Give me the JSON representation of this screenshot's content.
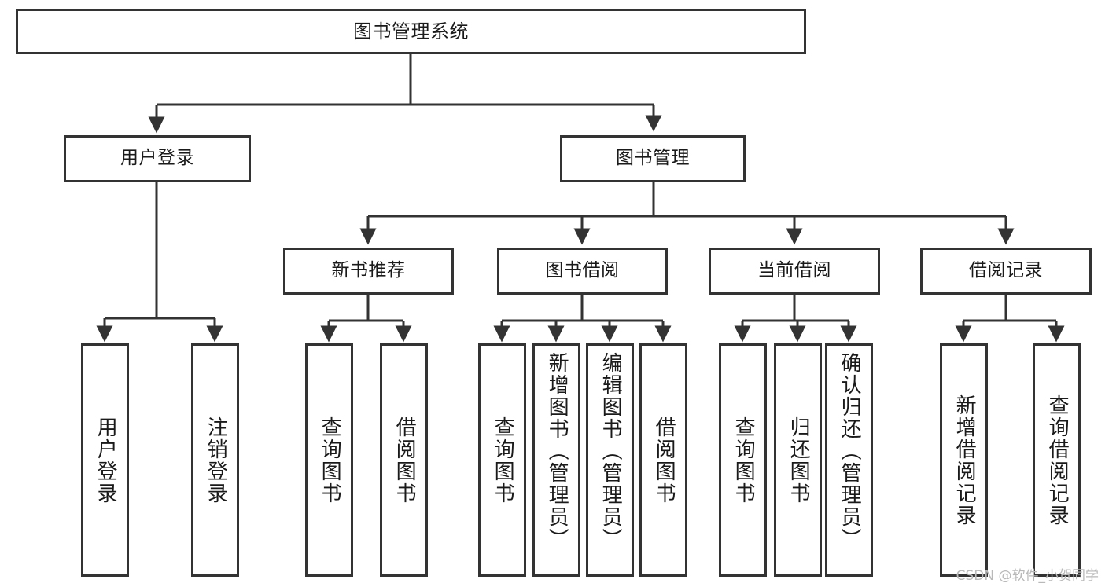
{
  "diagram": {
    "title": "图书管理系统",
    "type": "tree",
    "root": {
      "label": "图书管理系统"
    },
    "level2": [
      {
        "label": "用户登录"
      },
      {
        "label": "图书管理"
      }
    ],
    "level3": [
      {
        "label": "新书推荐"
      },
      {
        "label": "图书借阅"
      },
      {
        "label": "当前借阅"
      },
      {
        "label": "借阅记录"
      }
    ],
    "leaves": {
      "user_login": [
        {
          "label": "用户登录"
        },
        {
          "label": "注销登录"
        }
      ],
      "new_book_recommend": [
        {
          "label": "查询图书"
        },
        {
          "label": "借阅图书"
        }
      ],
      "book_borrow": [
        {
          "label": "查询图书"
        },
        {
          "label": "新增图书（管理员）"
        },
        {
          "label": "编辑图书（管理员）"
        },
        {
          "label": "借阅图书"
        }
      ],
      "current_borrow": [
        {
          "label": "查询图书"
        },
        {
          "label": "归还图书"
        },
        {
          "label": "确认归还（管理员）"
        }
      ],
      "borrow_record": [
        {
          "label": "新增借阅记录"
        },
        {
          "label": "查询借阅记录"
        }
      ]
    }
  },
  "watermark": {
    "text": "CSDN @软件_小贺同学"
  },
  "colors": {
    "border": "#333333",
    "background": "#ffffff",
    "text": "#1a1a1a",
    "watermark": "#b9b9b9"
  }
}
